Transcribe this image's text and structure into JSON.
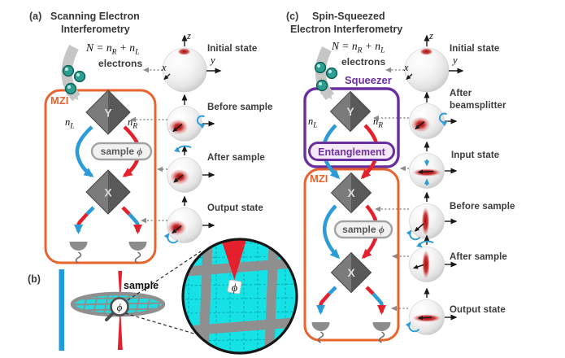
{
  "colors": {
    "orange": "#E8642C",
    "purple": "#6B2E9E",
    "purple_text": "#7030A0",
    "entanglement_fill": "#F5EAFB",
    "blue": "#2B9CD8",
    "red": "#E4202C",
    "teal_electron": "#2E9E93",
    "cyan_grid": "#16E2E6",
    "diamond_left": "#7B7B7B",
    "diamond_right": "#595959",
    "detector_gray": "#8C8C8C",
    "label_gray": "#3B3B3B",
    "blue_bar": "#1F9CDE"
  },
  "panel_a": {
    "tag": "(a)",
    "title_line1": "Scanning Electron",
    "title_line2": "Interferometry",
    "formula": {
      "part1": "N = n",
      "sub1": "R",
      "part2": " + n",
      "sub2": "L"
    },
    "electrons_label": "electrons",
    "mzi_label": "MZI",
    "splitter_y": "Y",
    "splitter_x": "X",
    "n_left": {
      "base": "n",
      "sub": "L"
    },
    "n_right": {
      "base": "n",
      "sub": "R"
    },
    "sample": {
      "word": "sample ",
      "phi": "ϕ"
    },
    "axes": {
      "z": "z",
      "y": "y",
      "x": "x"
    },
    "sphere_labels": [
      "Initial state",
      "Before sample",
      "After sample",
      "Output state"
    ]
  },
  "panel_b": {
    "tag": "(b)",
    "sample_label": "sample",
    "magnifier_phi": "ϕ",
    "inset_phi": "ϕ"
  },
  "panel_c": {
    "tag": "(c)",
    "title_line1": "Spin-Squeezed",
    "title_line2": "Electron Interferometry",
    "formula": {
      "part1": "N = n",
      "sub1": "R",
      "part2": " + n",
      "sub2": "L"
    },
    "electrons_label": "electrons",
    "squeezer_label": "Squeezer",
    "entanglement_label": "Entanglement",
    "mzi_label": "MZI",
    "splitter_y": "Y",
    "splitter_x1": "X",
    "splitter_x2": "X",
    "n_left": {
      "base": "n",
      "sub": "L"
    },
    "n_right": {
      "base": "n",
      "sub": "R"
    },
    "sample": {
      "word": "sample ",
      "phi": "ϕ"
    },
    "axes": {
      "z": "z",
      "y": "y",
      "x": "x"
    },
    "sphere_labels": [
      "Initial state",
      "After",
      "beamsplitter",
      "Input state",
      "Before sample",
      "After sample",
      "Output state"
    ]
  }
}
